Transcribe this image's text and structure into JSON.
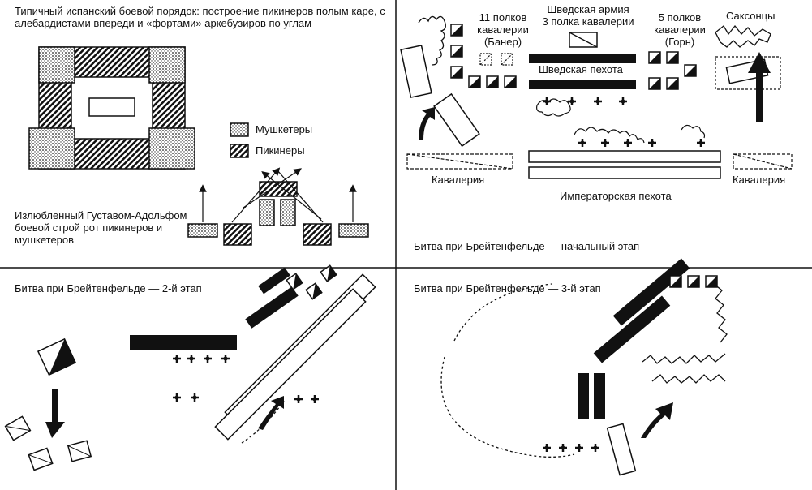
{
  "panel1": {
    "title": "Типичный испанский боевой порядок: построение пикинеров полым каре, с алебардистами впереди и «фортами» аркебузиров по углам",
    "legend_musketeers": "Мушкетеры",
    "legend_pikemen": "Пикинеры",
    "gustav_caption": "Излюбленный Густавом-Адольфом боевой строй рот пикинеров и мушкетеров"
  },
  "panel2": {
    "swedish_army": "Шведская армия",
    "swedish_cav3": "3 полка кавалерии",
    "cav11_line1": "11 полков",
    "cav11_line2": "кавалерии",
    "cav11_line3": "(Банер)",
    "cav5_line1": "5 полков",
    "cav5_line2": "кавалерии",
    "cav5_line3": "(Горн)",
    "saxons": "Саксонцы",
    "swedish_infantry": "Шведская пехота",
    "imperial_infantry": "Императорская пехота",
    "cavalry_left": "Кавалерия",
    "cavalry_right": "Кавалерия",
    "caption": "Битва при Брейтенфельде — начальный этап"
  },
  "panel3": {
    "caption": "Битва при Брейтенфельде — 2-й этап"
  },
  "panel4": {
    "caption": "Битва при Брейтенфельде — 3-й этап"
  }
}
